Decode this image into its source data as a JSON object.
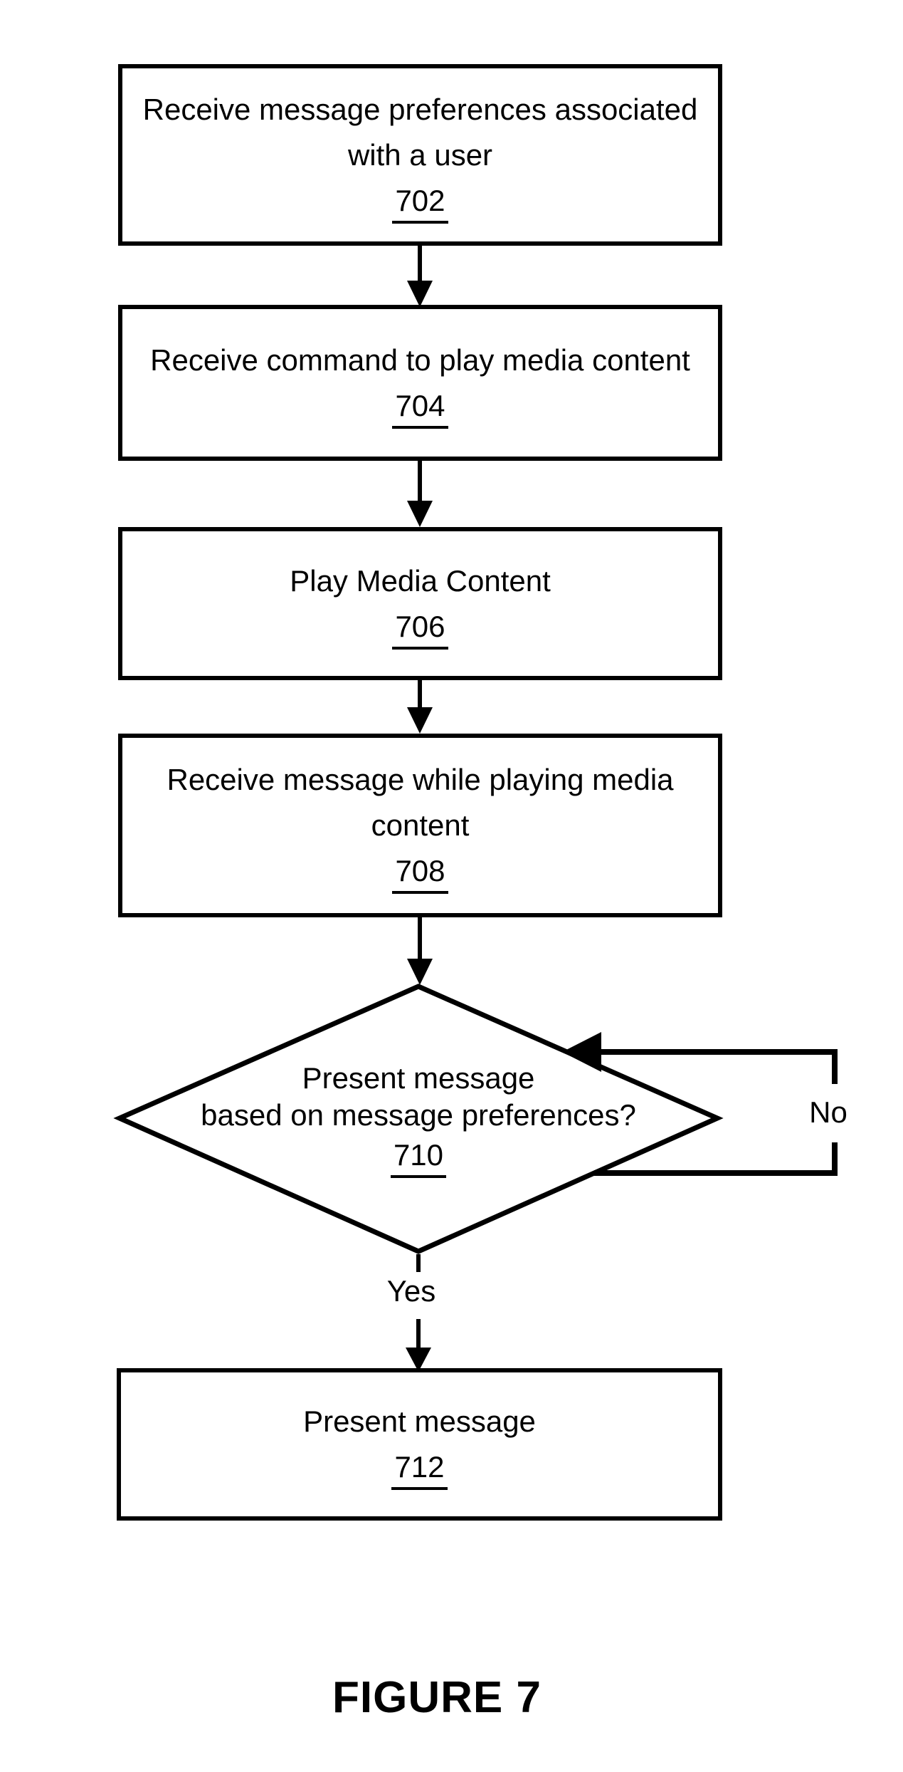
{
  "colors": {
    "ink": "#000000",
    "paper": "#ffffff"
  },
  "figure_caption": "FIGURE 7",
  "flowchart": {
    "nodes": [
      {
        "shape": "rect",
        "lines": [
          "Receive message preferences associated",
          "with a user"
        ],
        "ref": "702"
      },
      {
        "shape": "rect",
        "lines": [
          "Receive command to play media content"
        ],
        "ref": "704"
      },
      {
        "shape": "rect",
        "lines": [
          "Play Media Content"
        ],
        "ref": "706"
      },
      {
        "shape": "rect",
        "lines": [
          "Receive message while playing media",
          "content"
        ],
        "ref": "708"
      },
      {
        "shape": "diamond",
        "lines": [
          "Present message",
          "based on message preferences?"
        ],
        "ref": "710"
      },
      {
        "shape": "rect",
        "lines": [
          "Present message"
        ],
        "ref": "712"
      }
    ],
    "branch_labels": {
      "yes": "Yes",
      "no": "No"
    }
  }
}
